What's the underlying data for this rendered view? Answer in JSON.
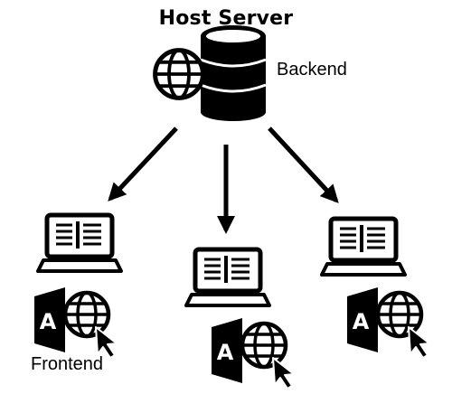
{
  "diagram": {
    "title": "Host Server",
    "server_label": "Backend",
    "client_label": "Frontend",
    "clients": [
      {
        "name": "client-left"
      },
      {
        "name": "client-center"
      },
      {
        "name": "client-right"
      }
    ],
    "icons": {
      "server": "database-globe-icon",
      "client": "laptop-icon",
      "app": "access-app-globe-cursor-icon",
      "arrow": "arrow-down-icon"
    },
    "colors": {
      "ink": "#000000",
      "background": "#ffffff"
    }
  }
}
